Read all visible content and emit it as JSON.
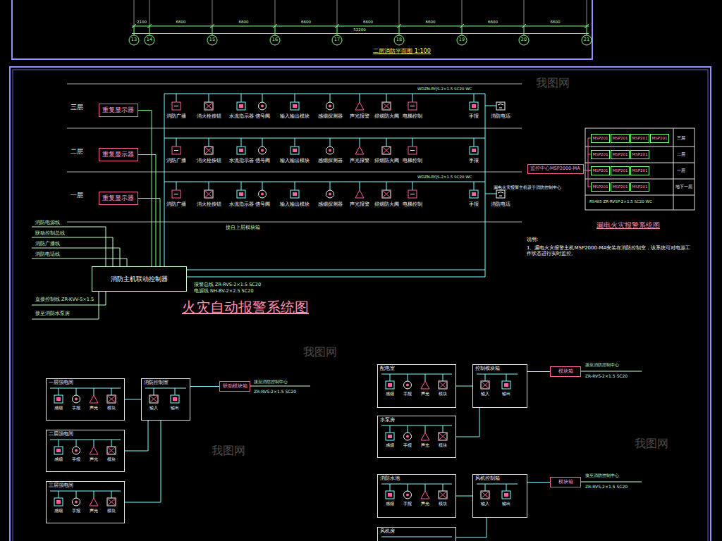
{
  "diagram": {
    "title": "火灾自动报警系统图",
    "nodes": [
      {
        "text": [
          "重复显示器"
        ]
      },
      {
        "text": [
          "重复显示器"
        ]
      },
      {
        "text": [
          "重复显示器"
        ]
      },
      {
        "text": [
          "消防主机联动控制器"
        ]
      },
      {
        "text": [
          "监控中心MSP2000-MA"
        ]
      },
      {
        "text": [
          "MSP201"
        ]
      },
      {
        "text": [
          "MSP201"
        ]
      },
      {
        "text": [
          "MSP201"
        ]
      },
      {
        "text": [
          "MSP201"
        ]
      },
      {
        "text": [
          "MSP201"
        ]
      },
      {
        "text": [
          "MSP201"
        ]
      },
      {
        "text": [
          "MSP201"
        ]
      },
      {
        "text": [
          "MSP201"
        ]
      },
      {
        "text": [
          "MSP201"
        ]
      },
      {
        "text": [
          "MSP201"
        ]
      },
      {
        "text": [
          "MSP201"
        ]
      },
      {
        "text": [
          "MSP201"
        ]
      },
      {
        "text": [
          "MSP201"
        ]
      },
      {
        "text": [
          "一层强电间"
        ]
      },
      {
        "text": [
          "消防控制室"
        ]
      },
      {
        "text": [
          "联动模块箱"
        ]
      },
      {
        "text": [
          "二层强电间"
        ]
      },
      {
        "text": [
          "三层强电间"
        ]
      },
      {
        "text": [
          "配电室"
        ]
      },
      {
        "text": [
          "控制模块箱"
        ]
      },
      {
        "text": [
          "模块箱"
        ]
      },
      {
        "text": [
          "水泵房"
        ]
      },
      {
        "text": [
          "消防水池"
        ]
      },
      {
        "text": [
          "风机控制箱"
        ]
      },
      {
        "text": [
          "模块箱"
        ]
      },
      {
        "text": [
          "风机房"
        ]
      }
    ],
    "edges": [
      {
        "from": 3,
        "to": 0,
        "arrow": "none"
      },
      {
        "from": 3,
        "to": 1,
        "arrow": "none"
      },
      {
        "from": 3,
        "to": 2,
        "arrow": "none"
      },
      {
        "from": 4,
        "to": 12,
        "arrow": "none"
      },
      {
        "from": 18,
        "to": 19,
        "arrow": "none"
      },
      {
        "from": 21,
        "to": 19,
        "arrow": "none"
      },
      {
        "from": 22,
        "to": 19,
        "arrow": "none"
      },
      {
        "from": 19,
        "to": 20,
        "arrow": "none"
      },
      {
        "from": 23,
        "to": 24,
        "arrow": "none"
      },
      {
        "from": 26,
        "to": 24,
        "arrow": "none"
      },
      {
        "from": 24,
        "to": 25,
        "arrow": "none"
      },
      {
        "from": 27,
        "to": 28,
        "arrow": "none"
      },
      {
        "from": 30,
        "to": 28,
        "arrow": "none"
      },
      {
        "from": 28,
        "to": 29,
        "arrow": "none"
      }
    ],
    "labels": [
      "13",
      "14",
      "15",
      "16",
      "17",
      "18",
      "19",
      "20",
      "21",
      "2100",
      "6600",
      "6600",
      "6600",
      "6600",
      "6600",
      "6600",
      "6600",
      "52200",
      "二层消防平面图 1:100",
      "三层",
      "二层",
      "一层",
      "消防广播",
      "消火栓按钮",
      "水流指示器",
      "信号阀",
      "输入输出模块",
      "感烟探测器",
      "声光报警",
      "排烟防火阀",
      "电梯控制",
      "手报",
      "消防电话",
      "WDZN-RYJS-2×1.5 SC20 WC",
      "消防广播",
      "消火栓按钮",
      "水流指示器",
      "信号阀",
      "输入输出模块",
      "感烟探测器",
      "声光报警",
      "排烟防火阀",
      "电梯控制",
      "手报",
      "消防广播",
      "消火栓按钮",
      "水流指示器",
      "信号阀",
      "输入输出模块",
      "感烟探测器",
      "声光报警",
      "排烟防火阀",
      "电梯控制",
      "手报",
      "消防电话",
      "WDZN-RYJS-2×1.5 SC20 WC",
      "消防电源线",
      "联动控制总线",
      "消防广播线",
      "消防电话线",
      "直接控制线 ZR-KVV-5×1.5",
      "接至消防水泵房",
      "接自上层模块箱",
      "报警总线 ZR-RVS-2×1.5 SC20",
      "电源线 NH-BV-2×2.5 SC20",
      "三层",
      "二层",
      "一层",
      "地下一层",
      "漏电火灾报警主机设于消防控制中心",
      "RS485 ZR-RVSP-2×1.5 SC20 WC",
      "漏电火灾报警系统图",
      "说明:",
      "1、漏电火灾报警主机MSP2000-MA安装在消防控制室，该系统可对电源工作状态进行实时监控。",
      "接至消防控制中心",
      "ZR-RVS-2×1.5 SC20",
      "接至消防控制中心",
      "ZR-RVS-2×1.5 SC20",
      "接至消防控制中心",
      "ZR-RVS-2×1.5 SC20",
      "感烟",
      "手报",
      "声光",
      "模块",
      "输入",
      "输出",
      "感烟",
      "手报",
      "声光",
      "模块",
      "感烟",
      "手报",
      "声光",
      "模块",
      "感烟",
      "手报",
      "声光",
      "模块",
      "输入",
      "输出",
      "感烟",
      "手报",
      "声光",
      "模块",
      "感烟",
      "手报",
      "声光",
      "模块",
      "输入",
      "输出",
      "我图网",
      "我图网",
      "我图网",
      "我图网"
    ]
  }
}
